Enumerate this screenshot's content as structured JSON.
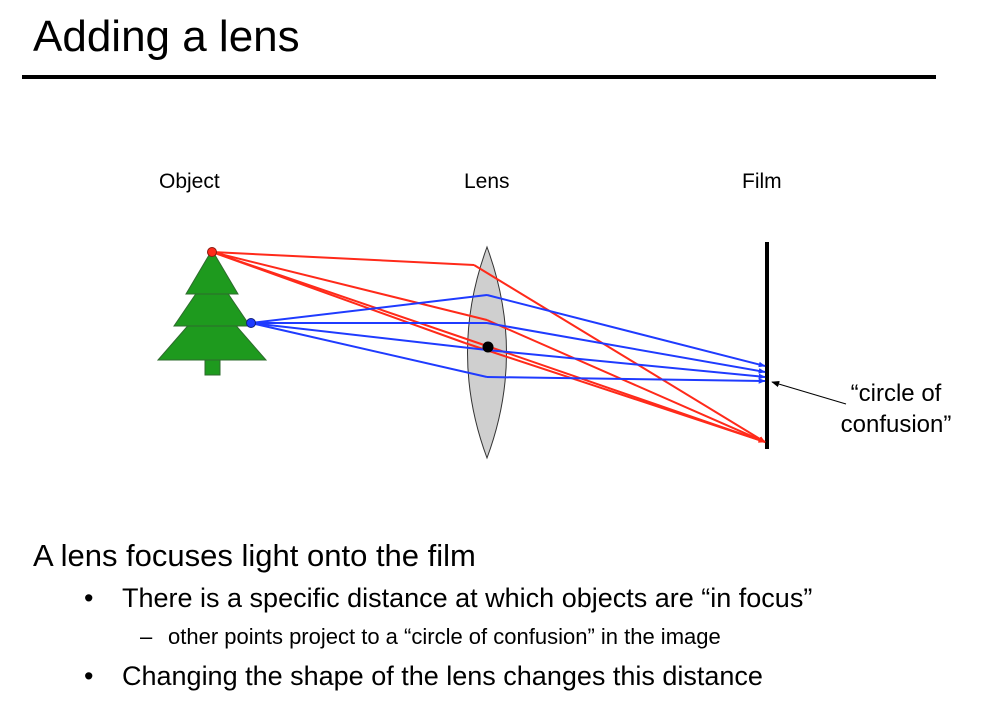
{
  "slide": {
    "title": "Adding a lens"
  },
  "diagram": {
    "labels": {
      "object": "Object",
      "lens": "Lens",
      "film": "Film",
      "coc_line1": "“circle of",
      "coc_line2": "confusion”"
    },
    "colors": {
      "tree": "#1e9a1e",
      "red_rays": "#ff2a1a",
      "blue_rays": "#1f3bff",
      "lens_fill": "#cfcfcf"
    }
  },
  "text": {
    "main": "A lens focuses light onto the film",
    "bullet_marker": "•",
    "dash_marker": "–",
    "bullet1": "There is a specific distance at which objects are “in focus”",
    "sub1": "other points project to a “circle of confusion” in the image",
    "bullet2": "Changing the shape of the lens changes this distance"
  }
}
